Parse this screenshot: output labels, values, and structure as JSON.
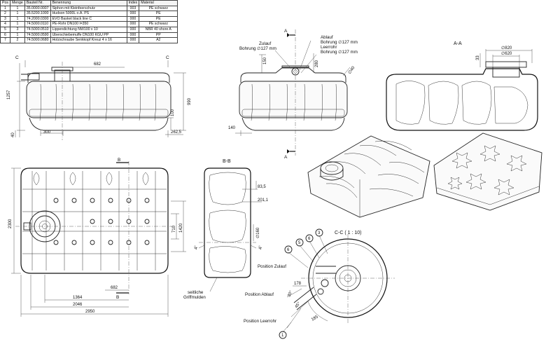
{
  "parts_table": {
    "headers": [
      "Pos",
      "Menge",
      "Bauteil Nr.",
      "Benennung",
      "Index",
      "Material"
    ],
    "rows": [
      [
        "1",
        "1",
        "35.0000.0007",
        "Siphon mit Kleinfeerschutz",
        "003",
        "PE schwarz"
      ],
      [
        "2",
        "1",
        "35.5200.1000",
        "Hudson 5000L o.A. PS",
        "000",
        "PE"
      ],
      [
        "3",
        "1",
        "74.2000.0300",
        "EVO Basket black line C",
        "000",
        "PE"
      ],
      [
        "4",
        "1",
        "74.5000.0110",
        "PE-Rohr DN100 l=350",
        "000",
        "PE schwarz"
      ],
      [
        "5",
        "3",
        "74.5000.0510",
        "Lippendichtung NW100 x 10",
        "000",
        "NBR 40 shore A"
      ],
      [
        "6",
        "1",
        "74.5000.0590",
        "Überschiebemuffe DN100 KGU PP",
        "000",
        "PP"
      ],
      [
        "7",
        "2",
        "74.5000.0680",
        "Holzschraube Senkkopf Kreuz 4 x 16",
        "000",
        "A2"
      ]
    ]
  },
  "front_view": {
    "section_mark": "C",
    "dims": {
      "d682": "682",
      "d1257": "1257",
      "d990": "990",
      "d40": "40",
      "d300": "300",
      "d100": "100",
      "d262": "262,5"
    }
  },
  "side_view": {
    "section_mark": "A",
    "zulauf": {
      "name": "Zulauf",
      "bore": "Bohrung ∅127 mm"
    },
    "ablauf": {
      "name": "Ablauf",
      "bore": "Bohrung ∅127 mm"
    },
    "leerrohr": {
      "name": "Leerrohr",
      "bore": "Bohrung ∅127 mm"
    },
    "dims": {
      "d150": "150",
      "d280": "280",
      "d40deg": "∅40",
      "d140": "140"
    }
  },
  "section_aa": {
    "title": "A-A",
    "dims": {
      "d820": "∅820",
      "d620": "∅620",
      "d33": "33"
    }
  },
  "top_view": {
    "section_mark": "B",
    "dims": {
      "d2300": "2300",
      "d710": "710",
      "d1420": "1420",
      "d682": "682",
      "d1364": "1364",
      "d2046": "2046",
      "d2950": "2950"
    }
  },
  "section_bb": {
    "title": "B-B",
    "dims": {
      "d83": "83,5",
      "d201": "201,1",
      "d160": "∅160",
      "d4a": "4°",
      "d4b": "4°"
    },
    "note": "seitliche\nGriffmulden"
  },
  "section_cc": {
    "title": "C-C ( 1 : 10)",
    "labels": {
      "zulauf": "Position Zulauf",
      "ablauf": "Position Ablauf",
      "leerrohr": "Position Leerrohr"
    },
    "dims": {
      "d178": "178",
      "d30": "30°",
      "d45": "45°",
      "d185": "185"
    },
    "balloons": [
      "1",
      "3",
      "5",
      "6",
      "6"
    ]
  }
}
